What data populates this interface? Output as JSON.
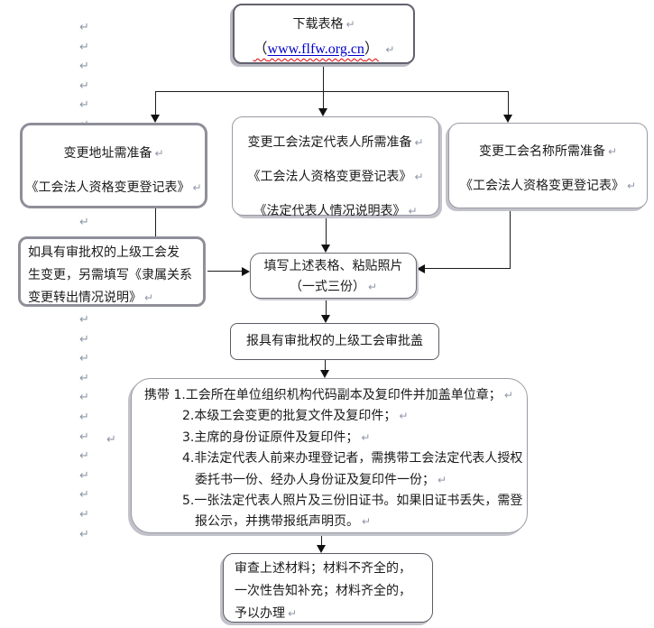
{
  "glyphs": {
    "pilcrow": "↵"
  },
  "colors": {
    "text": "#1a1a1a",
    "border_gray": "#8f8f9a",
    "shadow": "#c2c2ca",
    "url_blue": "#0000cc",
    "wavy_red": "#e00000",
    "mark_gray": "#8f97a6"
  },
  "flow": {
    "download": {
      "title": "下载表格",
      "url_open": "（",
      "url": "www.flfw.org.cn",
      "url_close": "）"
    },
    "addr": {
      "line1": "变更地址需准备",
      "line2": "《工会法人资格变更登记表》"
    },
    "rep": {
      "line1": "变更工会法定代表人所需准备",
      "line2": "《工会法人资格变更登记表》",
      "line3": "《法定代表人情况说明表》"
    },
    "name": {
      "line1": "变更工会名称所需准备",
      "line2": "《工会法人资格变更登记表》"
    },
    "note": {
      "line1": "如具有审批权的上级工会发",
      "line2": "生变更，另需填写《隶属关系",
      "line3": "变更转出情况说明》"
    },
    "fill": {
      "line1": "填写上述表格、粘贴照片",
      "line2": "（一式三份）"
    },
    "approve": {
      "line1": "报具有审批权的上级工会审批盖"
    },
    "carry": {
      "lines": [
        {
          "t": "携带 1.工会所在单位组织机构代码副本及复印件并加盖单位章；"
        },
        {
          "t": "2.本级工会变更的批复文件及复印件；"
        },
        {
          "t": "3.主席的身份证原件及复印件；"
        },
        {
          "t": "4.非法定代表人前来办理登记者，需携带工会法定代表人授权"
        },
        {
          "t": "委托书一份、经办人身份证及复印件一份；"
        },
        {
          "t": "5.一张法定代表人照片及三份旧证书。如果旧证书丢失，需登"
        },
        {
          "t": "报公示，并携带报纸声明页。"
        }
      ]
    },
    "review": {
      "line1": "审查上述材料；材料不齐全的，",
      "line2": "一次性告知补充；材料齐全的，",
      "line3": "予以办理"
    }
  }
}
